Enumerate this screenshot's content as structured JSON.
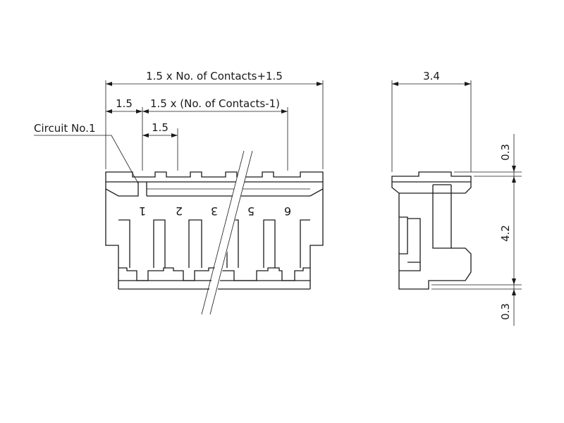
{
  "dimensions": {
    "overall_width": "1.5 x No. of Contacts+1.5",
    "edge_pitch": "1.5",
    "inner_span": "1.5 x (No. of Contacts-1)",
    "pitch": "1.5",
    "side_width": "3.4",
    "top_height": "0.3",
    "body_height": "4.2",
    "bottom_height": "0.3"
  },
  "labels": {
    "circuit_no": "Circuit No.1"
  },
  "circuit_numbers": [
    "1",
    "2",
    "3",
    "5",
    "6"
  ]
}
